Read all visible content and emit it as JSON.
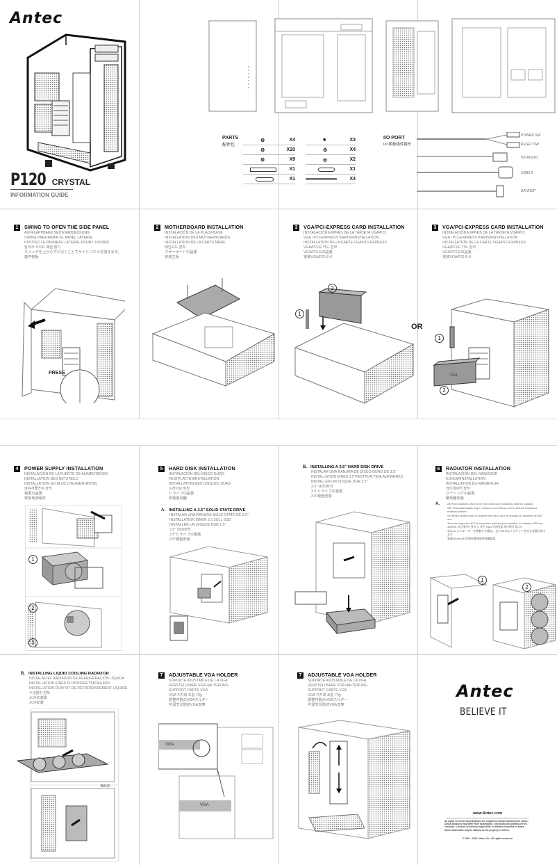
{
  "cover": {
    "brand": "Antec",
    "model": "P120",
    "model_suffix": "CRYSTAL",
    "subtitle": "INFORMATION GUIDE"
  },
  "parts": {
    "title": "PARTS",
    "title_cn": "配件包",
    "left": [
      {
        "icon": "screw-icon",
        "qty": "X4"
      },
      {
        "icon": "screw-icon",
        "qty": "X20"
      },
      {
        "icon": "thumbscrew-icon",
        "qty": "X9"
      },
      {
        "icon": "bracket-icon",
        "qty": "X1"
      },
      {
        "icon": "plate-icon",
        "qty": "X1"
      }
    ],
    "right": [
      {
        "icon": "standoff-icon",
        "qty": "X3"
      },
      {
        "icon": "screw-icon",
        "qty": "X4"
      },
      {
        "icon": "washer-icon",
        "qty": "X2"
      },
      {
        "icon": "buzzer-icon",
        "qty": "X1"
      },
      {
        "icon": "cable-tie-icon",
        "qty": "X4"
      }
    ]
  },
  "io_port": {
    "title": "I/O PORT",
    "title_cn": "I/O面板组件接头",
    "connectors": [
      "POWER SW",
      "RESET SW",
      "HD AUDIO",
      "USB3.0",
      "SATA15P"
    ]
  },
  "steps": {
    "s1": {
      "num": "1",
      "title": "SWING TO OPEN THE SIDE PANEL",
      "lines": [
        "AUFKLAPPBARE SEITENABDECKUNG",
        "SWING PARA ABRIR EL PANEL LATERAL",
        "PIVOTEZ LE PANNEAU LATERAL POUR L'OUVRIR",
        "밀어서 사이드 패널 열기",
        "スイッチを上から下に引くことでサイドパネルを開きます。",
        "旋开侧板"
      ],
      "callout": "PRESS"
    },
    "s2": {
      "num": "2",
      "title": "MOTHERBOARD INSTALLATION",
      "lines": [
        "INSTALACIÓN DE LA PLACA BASE",
        "INSTALLATION DES MOTHERBOARDS",
        "INSTALLATION DE LA CARTE MÈRE",
        "메인보드 장착",
        "マザーボードの設置",
        "安装主板"
      ]
    },
    "s3a": {
      "num": "3",
      "title": "VGA/PCI-EXPRESS CARD INSTALLATION",
      "lines": [
        "INSTALACIÓN EXPRÉS DE LA TARJETA VGA/PCI",
        "VGA / PCI-EXPRESS KARTENINSTALLATION",
        "INSTALLATION DE LA CARTE VGA/PCI-EXPRESS",
        "VGA/PCI-E 카드 장착",
        "VGA/PCI-Eの設置",
        "安装VGA/PCI-E卡"
      ],
      "markers": [
        "1",
        "2"
      ]
    },
    "or_label": "OR",
    "s3b": {
      "num": "3",
      "title": "VGA/PCI-EXPRESS CARD INSTALLATION",
      "lines": [
        "INSTALACIÓN EXPRÉS DE LA TARJETA VGA/PCI",
        "VGA / PCI-EXPRESS KARTENINSTALLATION",
        "INSTALLATION DE LA CARTE VGA/PCI-EXPRESS",
        "VGA/PCI-E 카드 장착",
        "VGA/PCI-Eの設置",
        "安装VGA/PCI-E卡"
      ],
      "markers": [
        "1",
        "2"
      ],
      "card_label": "VGA"
    },
    "s4": {
      "num": "4",
      "title": "POWER SUPPLY INSTALLATION",
      "lines": [
        "INSTALACIÓN DE LA FUENTE DE ALIMENTACIÓN",
        "INSTALLATION DES NETZTEILS",
        "INSTALLATION DU BLOC D'ALIMENTATION",
        "파워서플라이 장착",
        "電源の設置",
        "安装电源组件"
      ],
      "markers": [
        "1",
        "2",
        "3"
      ]
    },
    "s5": {
      "num": "5",
      "title": "HARD DISK INSTALLATION",
      "lines": [
        "INSTALACIÓN DEL DISCO DURO",
        "FESTPLATTENINSTALLATION",
        "INSTALLATION DES DISQUES DURS",
        "드라이브 장착",
        "ドライブの設置",
        "安装驱动器"
      ],
      "sub_a": {
        "letter": "A.",
        "title": "INSTALLING A 2.5\" SOLID STATE DRIVE",
        "lines": [
          "INSTALAR UNA RANURA SOLID STATE DE 2.5\"",
          "INSTALLATION EINER 2.5 ZOLL SSD",
          "INSTALLER UN DISQUE DUR 2.5\"",
          "2.5\" SSD장착",
          "2.5\"ドライブの組装",
          "2.5\"硬盘安装"
        ]
      },
      "sub_b": {
        "letter": "B.",
        "title": "INSTALLING A 3.5\" HARD DISK DRIVE",
        "lines": [
          "INSTALAR UNA RANURA DE DISCO DURO DE 3.5\"",
          "INSTALLATION EINES 3.5\"FESTPLATTENLAUFWERKS",
          "INSTALLER UN DISQUE DUR 3.5\"",
          "3.5\" HDD장착",
          "3.5\"ドライブの装置",
          "3.5\"硬盘安装"
        ]
      }
    },
    "s6": {
      "num": "6",
      "title": "RADIATOR INSTALLATION",
      "lines": [
        "INSTALACIÓN DEL RADIADOR",
        "KÜHLERINSTALLATION",
        "INSTALLATION DU RADIATEUR",
        "라디에이터 장착",
        "クーリングの設置",
        "散热器安装"
      ],
      "note_letter": "A.",
      "notes": [
        "All HDD brackets need to be removed when installing 360mm radiator",
        "Alle Festplattenhalterungen müssen zum Einbau eines 360mm Radiators entfernt werden",
        "Se deben quitar todos el soporte del disco duro al instalar un radiador de 360 mm",
        "Tous les supports HDD doivent être enlevés pour installer le radiateur 360mm",
        "360mm 라디에이터 장착 시 모든 HDD 브래킷을 제거해야 합니다",
        "360mmラジエーターを装着する際は、全てのHDDブラケットを外す必要があります",
        "安装360mm水冷排时需拆除所有硬盘架"
      ],
      "markers": [
        "1",
        "2"
      ]
    },
    "s6b": {
      "letter": "B.",
      "title": "INSTALLING LIQUID COOLING RADIATOR",
      "lines": [
        "INSTALAR EL RADIADOR DE REFRIGERACIÓN LÍQUIDA",
        "INSTALLATION EINES FLÜSSIGKEITSKÜHLERS",
        "INSTALLATION D'UN KIT DE REFROIDISSEMENT LIQUIDE",
        "수냉쿨러 장착",
        "水冷の装置",
        "水冷安装"
      ],
      "callout": "BACK"
    },
    "s7a": {
      "num": "7",
      "title": "ADJUSTABLE VGA HOLDER",
      "lines": [
        "SOPORTE AJUSTABLE DE LA VGA",
        "VERSTELLBARE VGA HALTERUNG",
        "SUPPORT CARTE VGA",
        "VGA 지지대 조절 가능",
        "調整可能のVGAホルダー",
        "可调节长短的VGA支架"
      ],
      "card_label": "VGA"
    },
    "s7b": {
      "num": "7",
      "title": "ADJUSTABLE VGA HOLDER",
      "lines": [
        "SOPORTE AJUSTABLE DE LA VGA",
        "VERSTELLBARE VGA HALTERUNG",
        "SUPPORT CARTE VGA",
        "VGA 지지대 조절 가능",
        "調整可能のVGAホルダー",
        "可调节长短的VGA支架"
      ]
    }
  },
  "back_cover": {
    "brand": "Antec",
    "tagline": "BELIEVE IT",
    "website": "www.Antec.com",
    "disclaimer": "All rights reserved. Specifications are subject to change without prior notice. Actual products may differ from illustrations. Omissions and printing errors excepted. Contents of delivery might differ in different countries or areas. Some trademarks may be claimed as the property of others.",
    "copyright": "© 2001 - 2021 Antec, Inc. All rights reserved."
  }
}
